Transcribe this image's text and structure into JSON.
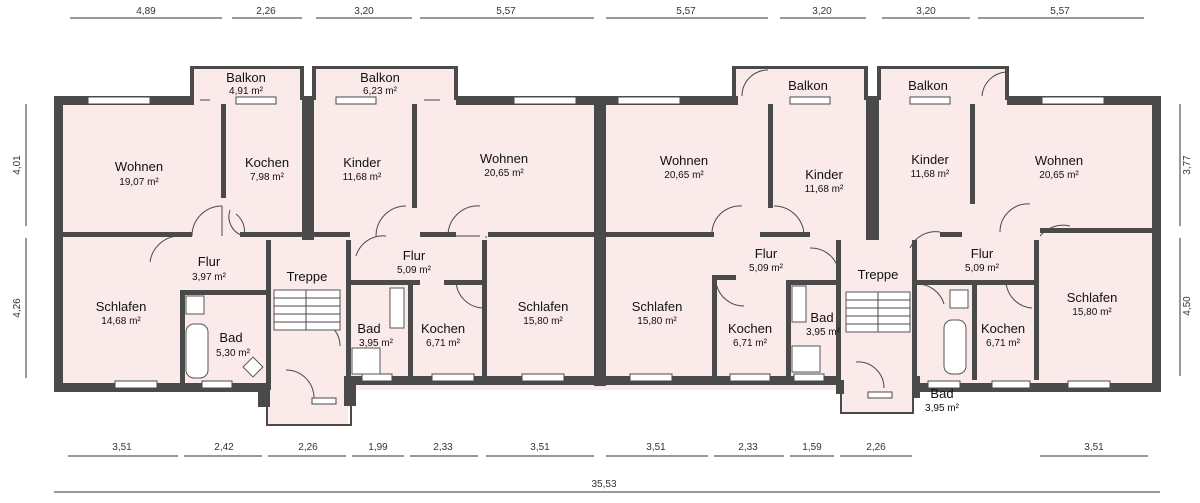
{
  "rooms": [
    {
      "name": "Wohnen",
      "area": "19,07 m²"
    },
    {
      "name": "Kochen",
      "area": "7,98 m²"
    },
    {
      "name": "Kinder",
      "area": "11,68 m²"
    },
    {
      "name": "Wohnen",
      "area": "20,65 m²"
    },
    {
      "name": "Wohnen",
      "area": "20,65 m²"
    },
    {
      "name": "Kinder",
      "area": "11,68 m²"
    },
    {
      "name": "Kinder",
      "area": "11,68 m²"
    },
    {
      "name": "Wohnen",
      "area": "20,65 m²"
    },
    {
      "name": "Balkon",
      "area": "4,91 m²"
    },
    {
      "name": "Balkon",
      "area": "6,23 m²"
    },
    {
      "name": "Balkon",
      "area": ""
    },
    {
      "name": "Balkon",
      "area": ""
    },
    {
      "name": "Flur",
      "area": "3,97 m²"
    },
    {
      "name": "Flur",
      "area": "5,09 m²"
    },
    {
      "name": "Flur",
      "area": "5,09 m²"
    },
    {
      "name": "Flur",
      "area": "5,09 m²"
    },
    {
      "name": "Treppe",
      "area": ""
    },
    {
      "name": "Treppe",
      "area": ""
    },
    {
      "name": "Schlafen",
      "area": "14,68 m²"
    },
    {
      "name": "Bad",
      "area": "5,30 m²"
    },
    {
      "name": "Bad",
      "area": "3,95 m²"
    },
    {
      "name": "Kochen",
      "area": "6,71 m²"
    },
    {
      "name": "Schlafen",
      "area": "15,80 m²"
    },
    {
      "name": "Schlafen",
      "area": "15,80 m²"
    },
    {
      "name": "Kochen",
      "area": "6,71 m²"
    },
    {
      "name": "Bad",
      "area": "3,95 m²"
    },
    {
      "name": "Kochen",
      "area": "6,71 m²"
    },
    {
      "name": "Schlafen",
      "area": "15,80 m²"
    },
    {
      "name": "Bad",
      "area": "3,95 m²"
    }
  ],
  "dimensions": {
    "top": [
      "4,89",
      "2,26",
      "3,20",
      "5,57",
      "5,57",
      "3,20",
      "3,20",
      "5,57"
    ],
    "bottom": [
      "3,51",
      "2,42",
      "2,26",
      "1,99",
      "2,33",
      "3,51",
      "3,51",
      "2,33",
      "1,59",
      "2,26",
      "3,51"
    ],
    "total": "35,53",
    "left": [
      "4,01",
      "4,26"
    ],
    "right": [
      "3,77",
      "4,50"
    ]
  }
}
